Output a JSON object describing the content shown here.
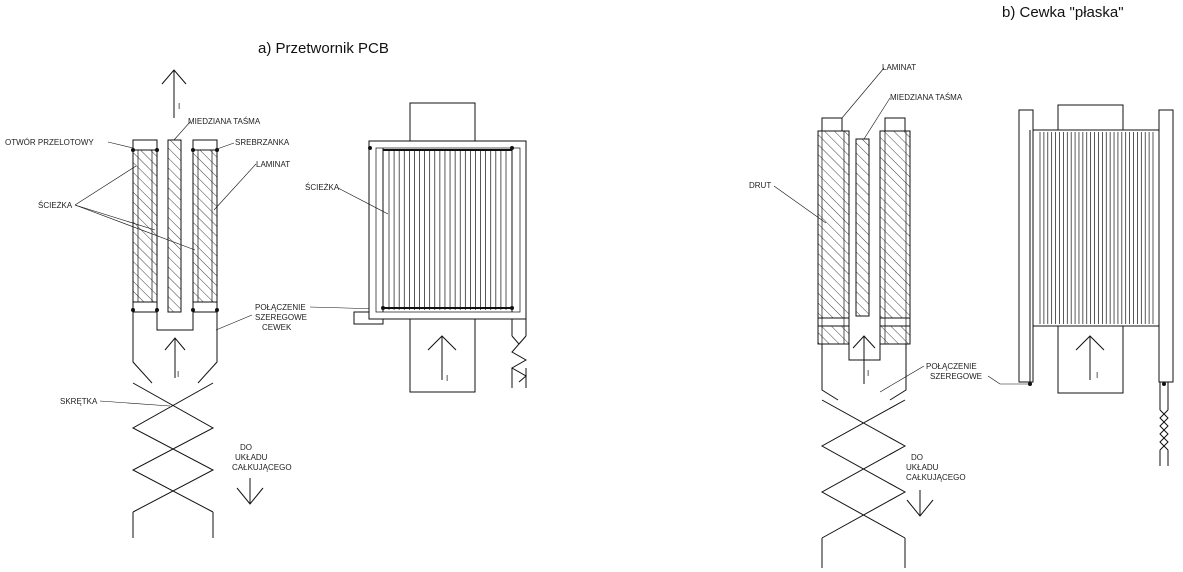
{
  "titles": {
    "a": "a) Przetwornik PCB",
    "b": "b) Cewka \"płaska\""
  },
  "labels_a": {
    "otwor": "OTWÓR PRZELOTOWY",
    "miedziana": "MIEDZIANA TAŚMA",
    "srebrzanka": "SREBRZANKA",
    "laminat": "LAMINAT",
    "sciezka_left": "ŚCIEŻKA",
    "sciezka_right": "ŚCIEŻKA",
    "polaczenie_1": "POŁĄCZENIE",
    "polaczenie_2": "SZEREGOWE",
    "polaczenie_3": "CEWEK",
    "skretka": "SKRĘTKA",
    "do_1": "DO",
    "do_2": "UKŁADU",
    "do_3": "CAŁKUJĄCEGO",
    "current_top": "I",
    "current_mid": "I",
    "current_right": "I"
  },
  "labels_b": {
    "laminat": "LAMINAT",
    "miedziana": "MIEDZIANA TAŚMA",
    "drut": "DRUT",
    "polaczenie_1": "POŁĄCZENIE",
    "polaczenie_2": "SZEREGOWE",
    "do_1": "DO",
    "do_2": "UKŁADU",
    "do_3": "CAŁKUJĄCEGO",
    "current_mid": "I",
    "current_right": "I"
  },
  "colors": {
    "ink": "#111111",
    "background": "#ffffff"
  }
}
